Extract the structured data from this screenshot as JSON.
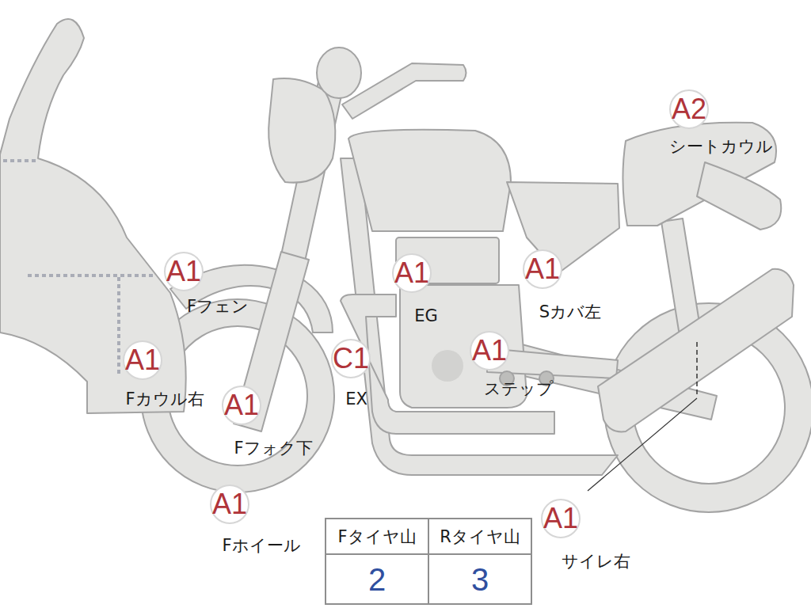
{
  "diagram": {
    "nodes": [
      {
        "text": [
          "A2",
          "シートカウル"
        ]
      },
      {
        "text": [
          "A1",
          "Fフェン"
        ]
      },
      {
        "text": [
          "A1",
          "EG"
        ]
      },
      {
        "text": [
          "A1",
          "Sカバ左"
        ]
      },
      {
        "text": [
          "A1",
          "Fカウル右"
        ]
      },
      {
        "text": [
          "C1",
          "EX"
        ]
      },
      {
        "text": [
          "A1",
          "ステップ"
        ]
      },
      {
        "text": [
          "A1",
          "Fフォク下"
        ]
      },
      {
        "text": [
          "A1",
          "Fホイール"
        ]
      },
      {
        "text": [
          "A1",
          "サイレ右"
        ]
      }
    ],
    "labels": [
      "Fタイヤ山",
      "Rタイヤ山",
      "2",
      "3"
    ]
  }
}
